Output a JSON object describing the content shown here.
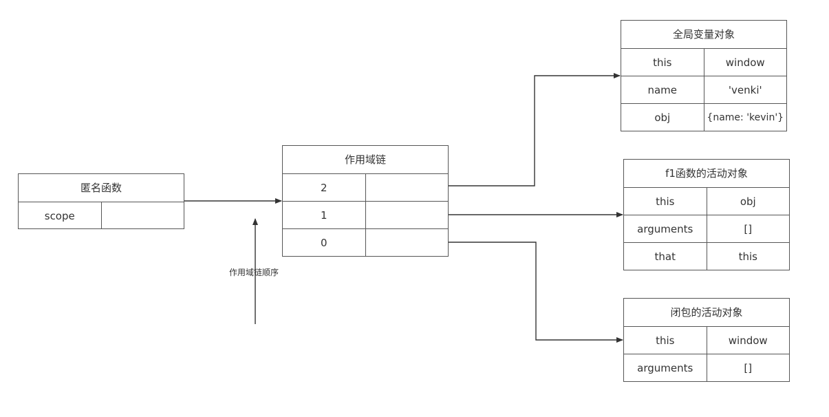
{
  "colors": {
    "line": "#333333",
    "border": "#555555",
    "text": "#333333",
    "background": "#ffffff"
  },
  "anonymous_fn": {
    "title": "匿名函数",
    "rows": [
      {
        "key": "scope",
        "value": ""
      }
    ]
  },
  "scope_chain": {
    "title": "作用域链",
    "rows": [
      {
        "key": "2",
        "value": ""
      },
      {
        "key": "1",
        "value": ""
      },
      {
        "key": "0",
        "value": ""
      }
    ]
  },
  "chain_order_label": "作用域链顺序",
  "global_vo": {
    "title": "全局变量对象",
    "rows": [
      {
        "key": "this",
        "value": "window"
      },
      {
        "key": "name",
        "value": "'venki'"
      },
      {
        "key": "obj",
        "value": "{name: 'kevin'}"
      }
    ]
  },
  "f1_ao": {
    "title": "f1函数的活动对象",
    "rows": [
      {
        "key": "this",
        "value": "obj"
      },
      {
        "key": "arguments",
        "value": "[]"
      },
      {
        "key": "that",
        "value": "this"
      }
    ]
  },
  "closure_ao": {
    "title": "闭包的活动对象",
    "rows": [
      {
        "key": "this",
        "value": "window"
      },
      {
        "key": "arguments",
        "value": "[]"
      }
    ]
  }
}
